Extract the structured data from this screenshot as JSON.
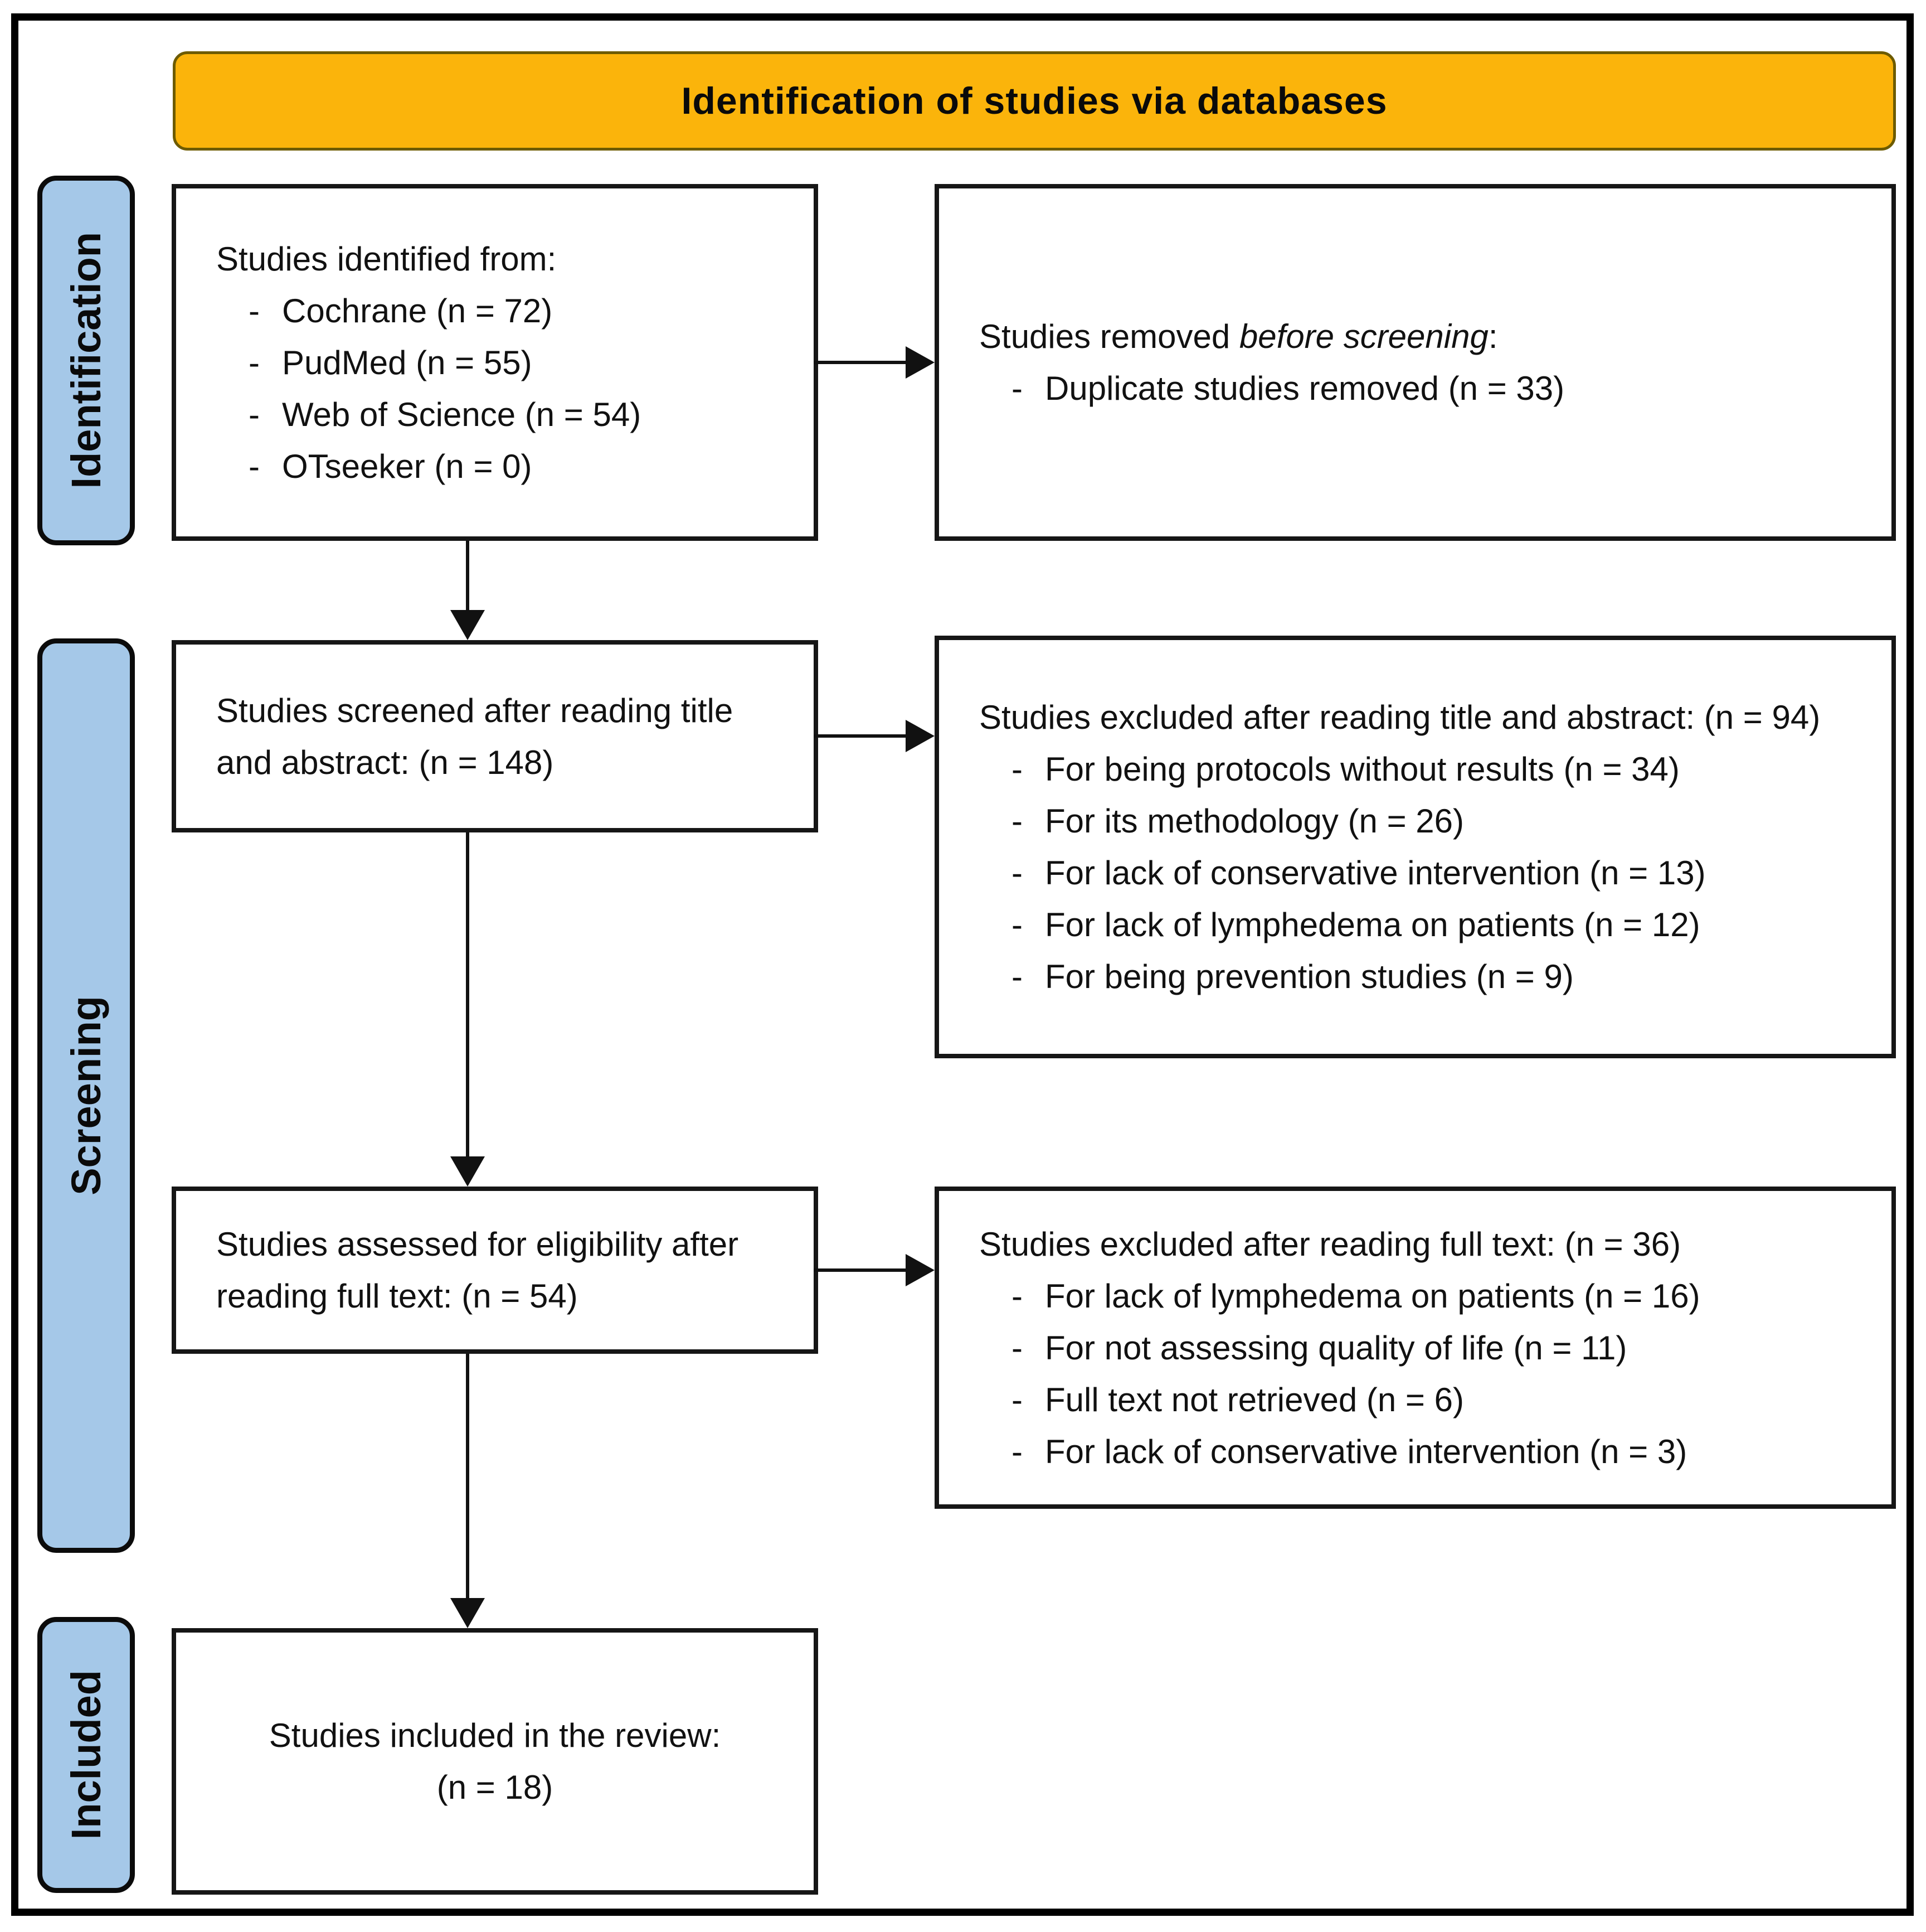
{
  "banner": {
    "title": "Identification of studies via databases"
  },
  "stage_labels": [
    {
      "id": "identification",
      "label": "Identification"
    },
    {
      "id": "screening",
      "label": "Screening"
    },
    {
      "id": "included",
      "label": "Included"
    }
  ],
  "boxes": {
    "identified": {
      "title": "Studies identified from:",
      "items": [
        "Cochrane (n = 72)",
        "PudMed (n = 55)",
        "Web of Science (n = 54)",
        "OTseeker (n = 0)"
      ]
    },
    "removed": {
      "title_prefix": "Studies removed ",
      "title_italic": "before screening",
      "title_suffix": ":",
      "items": [
        "Duplicate studies removed (n = 33)"
      ]
    },
    "screened": {
      "title": "Studies screened after reading title and abstract: (n = 148)"
    },
    "excluded_abstract": {
      "title": "Studies excluded after reading title and abstract: (n = 94)",
      "items": [
        "For being protocols without results (n = 34)",
        "For its methodology (n = 26)",
        "For lack of conservative intervention (n = 13)",
        "For lack of lymphedema on patients (n = 12)",
        "For being prevention studies (n = 9)"
      ]
    },
    "assessed": {
      "title": "Studies assessed for eligibility after reading full text: (n = 54)"
    },
    "excluded_fulltext": {
      "title": "Studies excluded after reading full text: (n = 36)",
      "items": [
        "For lack of lymphedema on patients (n = 16)",
        "For not assessing quality of life (n = 11)",
        "Full text not retrieved (n = 6)",
        "For lack of conservative intervention (n = 3)"
      ]
    },
    "included": {
      "line1": "Studies included in the review:",
      "line2": "(n = 18)"
    }
  },
  "colors": {
    "banner_bg": "#FBB40B",
    "banner_border": "#6d5b00",
    "stage_label_bg": "#A5C8E8",
    "box_border": "#161616",
    "arrow": "#111111",
    "text": "#111111"
  }
}
